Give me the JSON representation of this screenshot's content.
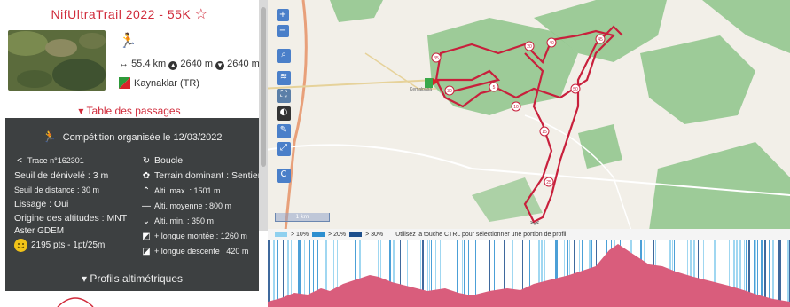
{
  "title": "NifUltraTrail 2022 - 55K",
  "stats": {
    "distance": "55.4 km",
    "ascent": "2640 m",
    "descent": "2640 m",
    "location": "Kaynaklar (TR)"
  },
  "table_link": "Table des passages",
  "competition": "Compétition organisée le 12/03/2022",
  "details_left": [
    {
      "icon": "share-icon",
      "text": "Trace n°162301"
    },
    {
      "icon": "",
      "text": "Seuil de dénivelé : 3 m"
    },
    {
      "icon": "",
      "text": "Seuil de distance : 30 m"
    },
    {
      "icon": "",
      "text": "Lissage : Oui"
    },
    {
      "icon": "",
      "text": "Origine des altitudes : MNT"
    }
  ],
  "details_right": [
    {
      "icon": "loop-icon",
      "text": "Boucle"
    },
    {
      "icon": "paw-icon",
      "text": "Terrain dominant : Sentier"
    },
    {
      "icon": "up-chevron-icon",
      "text": "Alti. max. : 1501 m"
    },
    {
      "icon": "dash-icon",
      "text": "Alti. moyenne : 800 m"
    },
    {
      "icon": "down-chevron-icon",
      "text": "Alti. min. : 350 m"
    },
    {
      "icon": "up-slope-icon",
      "text": "+ longue montée : 1260 m"
    },
    {
      "icon": "down-slope-icon",
      "text": "+ longue descente : 420 m"
    }
  ],
  "aster": "Aster GDEM",
  "points": "2195 pts - 1pt/25m",
  "profils": "Profils altimétriques",
  "map": {
    "checkpoints": [
      "20",
      "40",
      "45",
      "50",
      "5",
      "10",
      "15",
      "25",
      "30",
      "35"
    ],
    "scale_label": "1 km",
    "town_label": "Kemalpaşa"
  },
  "legend": {
    "items": [
      "> 10%",
      "> 20%",
      "> 30%"
    ],
    "hint": "Utilisez la touche CTRL pour sélectionner une portion de profil"
  },
  "colors": {
    "accent": "#d02a3a",
    "dark_panel": "#3d4041",
    "route": "#c8203c",
    "forest": "#8ec48a",
    "profile_fill": "#d95d7c",
    "slope10": "#8fd0ef",
    "slope20": "#2d8fd0",
    "slope30": "#1d4f8c"
  }
}
